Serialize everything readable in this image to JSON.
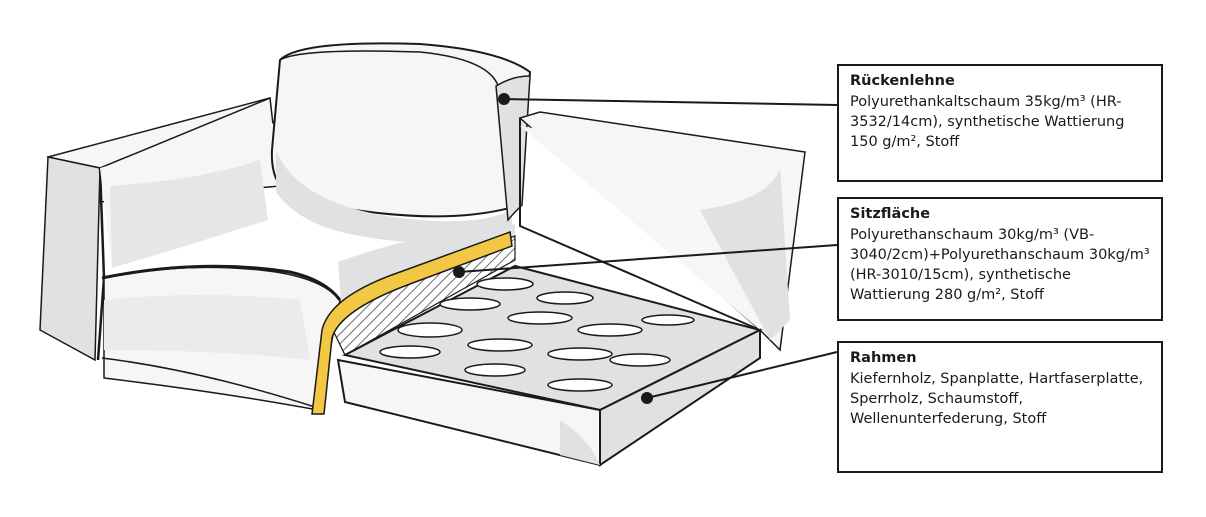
{
  "callouts": {
    "back": {
      "title": "Rückenlehne",
      "text": "Polyurethankaltschaum 35kg/m³ (HR-3532/14cm), synthetische Wattierung 150 g/m², Stoff"
    },
    "seat": {
      "title": "Sitzfläche",
      "text": "Polyurethanschaum 30kg/m³ (VB-3040/2cm)+Polyurethanschaum 30kg/m³ (HR-3010/15cm), synthetische Wattierung 280 g/m², Stoff"
    },
    "frame": {
      "title": "Rahmen",
      "text": "Kiefernholz, Spanplatte, Hartfaserplatte, Sperrholz, Schaumstoff, Wellenunterfederung, Stoff"
    }
  },
  "colors": {
    "outline": "#1a1a1a",
    "fabric_shade": "#dfe1e2",
    "fabric_light": "#f6f6f6",
    "foam_layer": "#f2c744",
    "spring": "#ffffff"
  }
}
